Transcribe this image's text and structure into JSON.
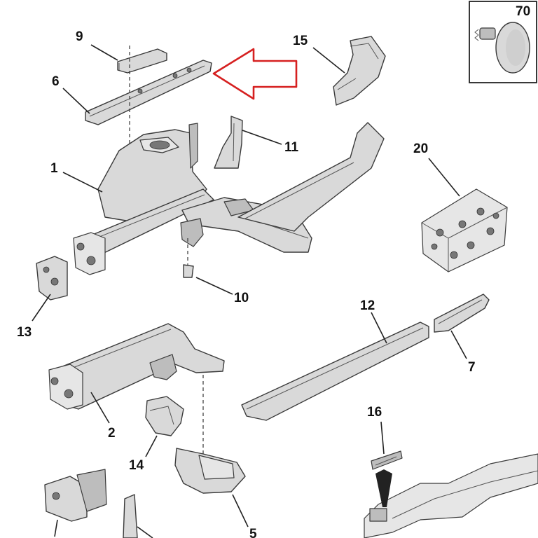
{
  "diagram": {
    "labels": {
      "p1": "1",
      "p2": "2",
      "p5": "5",
      "p6": "6",
      "p7": "7",
      "p9": "9",
      "p10": "10",
      "p11": "11",
      "p12": "12",
      "p13": "13",
      "p14": "14",
      "p15": "15",
      "p16": "16",
      "p20": "20",
      "p70": "70"
    },
    "colors": {
      "arrow": "#d62020",
      "part_fill": "#d9d9d9",
      "outline": "#3a3a3a"
    }
  }
}
